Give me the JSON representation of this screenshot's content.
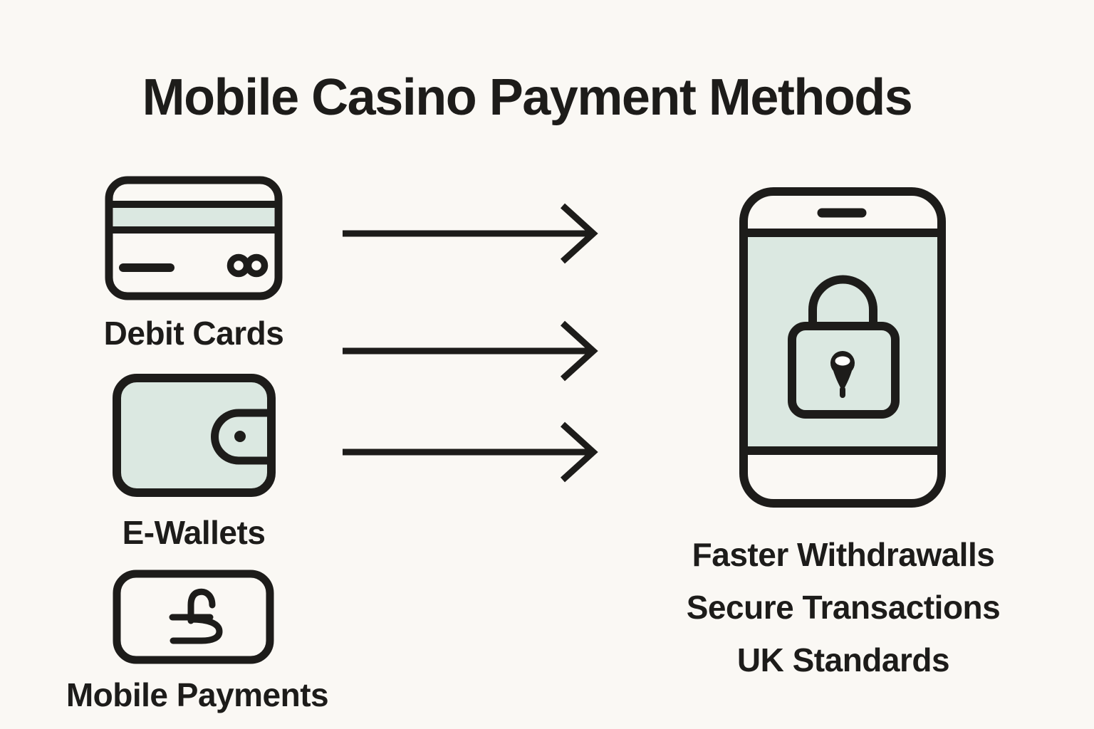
{
  "title": "Mobile Casino Payment Methods",
  "colors": {
    "background": "#faf8f4",
    "ink": "#1d1c1a",
    "mint": "#dbe8e1",
    "surface": "#fefefc"
  },
  "payment_methods": [
    {
      "label": "Debit Cards",
      "icon": "debit-card-icon"
    },
    {
      "label": "E-Wallets",
      "icon": "e-wallet-icon"
    },
    {
      "label": "Mobile Payments",
      "icon": "pound-note-icon"
    }
  ],
  "arrows": {
    "icon": "arrow-right-icon",
    "count": 3
  },
  "outcome": {
    "icon": "secure-phone-lock-icon",
    "benefits": [
      "Faster Withdrawalls",
      "Secure Transactions",
      "UK Standards"
    ]
  }
}
